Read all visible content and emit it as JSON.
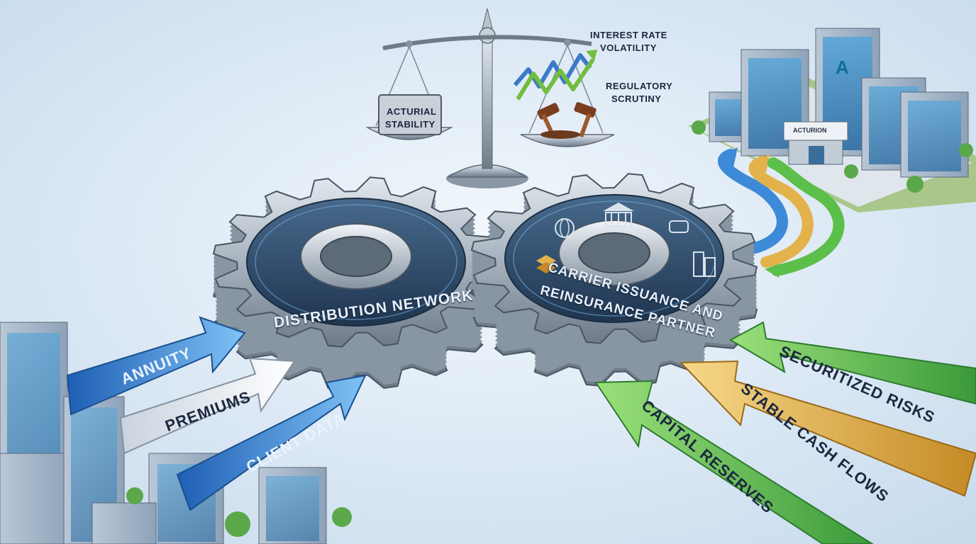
{
  "scale": {
    "left_pan_label_line1": "ACTURIAL",
    "left_pan_label_line2": "STABILITY",
    "right_label_1_line1": "INTEREST RATE",
    "right_label_1_line2": "VOLATILITY",
    "right_label_2_line1": "REGULATORY",
    "right_label_2_line2": "SCRUTINY"
  },
  "gears": {
    "left_label": "DISTRIBUTION NETWORK",
    "right_label_line1": "CARRIER ISSUANCE AND",
    "right_label_line2": "REINSURANCE PARTNER"
  },
  "inflows_left": [
    "ANNUITY",
    "PREMIUMS",
    "CLIENT DATA"
  ],
  "inflows_right": [
    "SECURITIZED RISKS",
    "STABLE CASH FLOWS",
    "CAPITAL RESERVES"
  ],
  "headquarters": {
    "sign": "ACTURION",
    "logo_letter": "A"
  },
  "colors": {
    "background": "#e3edf7",
    "arrow_blue": "#2f7fd6",
    "arrow_white": "#f4f7fb",
    "arrow_green": "#5cb85c",
    "arrow_gold": "#e0b04a",
    "gear_steel": "#9aa6b3",
    "gear_face": "#2e4a66"
  },
  "icons": [
    "scale-icon",
    "gavel-icon",
    "trend-arrows-icon",
    "building-icon",
    "bank-icon",
    "globe-icon",
    "handshake-icon",
    "layers-icon"
  ]
}
